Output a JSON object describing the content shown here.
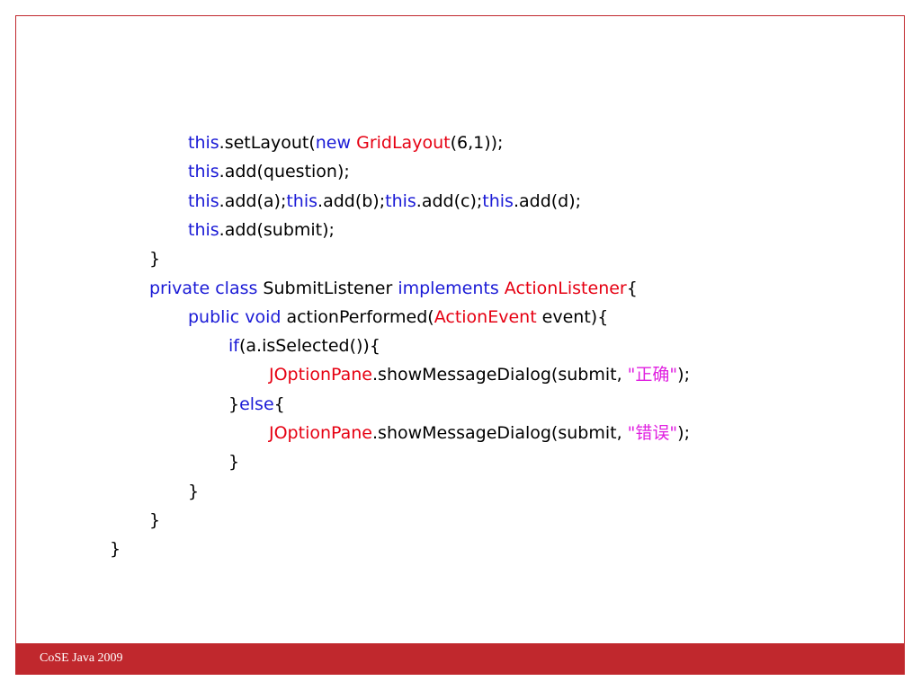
{
  "footer": {
    "label": "CoSE Java 2009"
  },
  "colors": {
    "keyword": "#1a1ad6",
    "type": "#e60012",
    "string": "#e020e0",
    "plain": "#000000",
    "accent": "#c0282d"
  },
  "code_lines": [
    [
      {
        "kind": "kw",
        "text": "this"
      },
      {
        "kind": "plain",
        "text": ".setLayout("
      },
      {
        "kind": "kw",
        "text": "new"
      },
      {
        "kind": "plain",
        "text": " "
      },
      {
        "kind": "type",
        "text": "GridLayout"
      },
      {
        "kind": "plain",
        "text": "(6,1));"
      }
    ],
    [
      {
        "kind": "kw",
        "text": "this"
      },
      {
        "kind": "plain",
        "text": ".add(question);"
      }
    ],
    [
      {
        "kind": "kw",
        "text": "this"
      },
      {
        "kind": "plain",
        "text": ".add(a);"
      },
      {
        "kind": "kw",
        "text": "this"
      },
      {
        "kind": "plain",
        "text": ".add(b);"
      },
      {
        "kind": "kw",
        "text": "this"
      },
      {
        "kind": "plain",
        "text": ".add(c);"
      },
      {
        "kind": "kw",
        "text": "this"
      },
      {
        "kind": "plain",
        "text": ".add(d);"
      }
    ],
    [
      {
        "kind": "kw",
        "text": "this"
      },
      {
        "kind": "plain",
        "text": ".add(submit);"
      }
    ],
    [
      {
        "kind": "plain",
        "text": "}"
      }
    ],
    [
      {
        "kind": "kw",
        "text": "private class"
      },
      {
        "kind": "plain",
        "text": " SubmitListener "
      },
      {
        "kind": "kw",
        "text": "implements"
      },
      {
        "kind": "plain",
        "text": " "
      },
      {
        "kind": "type",
        "text": "ActionListener"
      },
      {
        "kind": "plain",
        "text": "{"
      }
    ],
    [
      {
        "kind": "kw",
        "text": "public void"
      },
      {
        "kind": "plain",
        "text": " actionPerformed("
      },
      {
        "kind": "type",
        "text": "ActionEvent"
      },
      {
        "kind": "plain",
        "text": " event){"
      }
    ],
    [
      {
        "kind": "kw",
        "text": "if"
      },
      {
        "kind": "plain",
        "text": "(a.isSelected()){"
      }
    ],
    [
      {
        "kind": "type",
        "text": "JOptionPane"
      },
      {
        "kind": "plain",
        "text": ".showMessageDialog(submit, "
      },
      {
        "kind": "str",
        "text": "\"正确\""
      },
      {
        "kind": "plain",
        "text": ");"
      }
    ],
    [
      {
        "kind": "plain",
        "text": "}"
      },
      {
        "kind": "kw",
        "text": "else"
      },
      {
        "kind": "plain",
        "text": "{"
      }
    ],
    [
      {
        "kind": "type",
        "text": "JOptionPane"
      },
      {
        "kind": "plain",
        "text": ".showMessageDialog(submit, "
      },
      {
        "kind": "str",
        "text": "\"错误\""
      },
      {
        "kind": "plain",
        "text": ");"
      }
    ],
    [
      {
        "kind": "plain",
        "text": "}"
      }
    ],
    [
      {
        "kind": "plain",
        "text": "}"
      }
    ],
    [
      {
        "kind": "plain",
        "text": "}"
      }
    ],
    [
      {
        "kind": "plain",
        "text": "}"
      }
    ]
  ]
}
